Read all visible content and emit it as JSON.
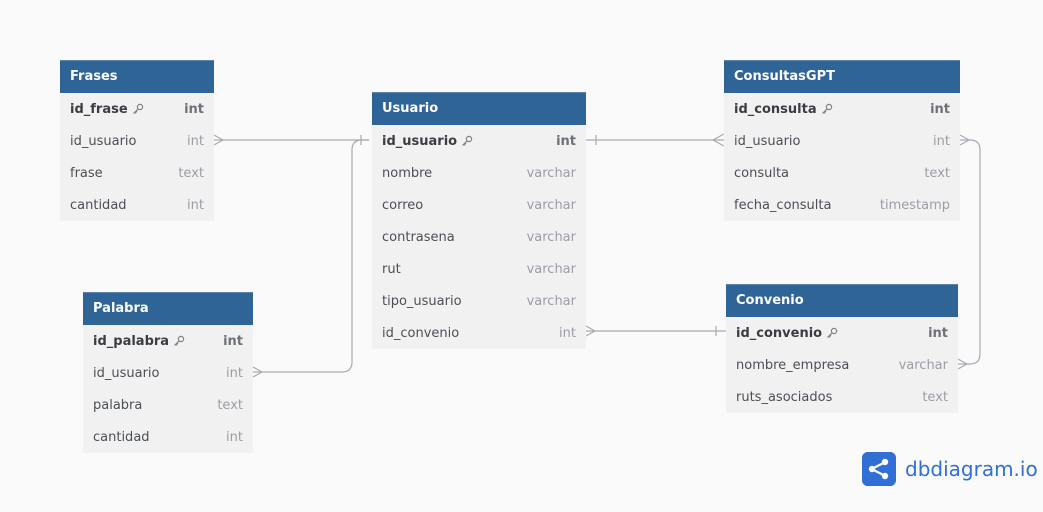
{
  "colors": {
    "header": "#2f6496",
    "link": "#9ea2a8",
    "brand": "#2f6fd6"
  },
  "tables": {
    "frases": {
      "name": "Frases",
      "fields": [
        {
          "name": "id_frase",
          "type": "int",
          "pk": true
        },
        {
          "name": "id_usuario",
          "type": "int"
        },
        {
          "name": "frase",
          "type": "text"
        },
        {
          "name": "cantidad",
          "type": "int"
        }
      ]
    },
    "usuario": {
      "name": "Usuario",
      "fields": [
        {
          "name": "id_usuario",
          "type": "int",
          "pk": true
        },
        {
          "name": "nombre",
          "type": "varchar"
        },
        {
          "name": "correo",
          "type": "varchar"
        },
        {
          "name": "contrasena",
          "type": "varchar"
        },
        {
          "name": "rut",
          "type": "varchar"
        },
        {
          "name": "tipo_usuario",
          "type": "varchar"
        },
        {
          "name": "id_convenio",
          "type": "int"
        }
      ]
    },
    "consultas": {
      "name": "ConsultasGPT",
      "fields": [
        {
          "name": "id_consulta",
          "type": "int",
          "pk": true
        },
        {
          "name": "id_usuario",
          "type": "int"
        },
        {
          "name": "consulta",
          "type": "text"
        },
        {
          "name": "fecha_consulta",
          "type": "timestamp"
        }
      ]
    },
    "palabra": {
      "name": "Palabra",
      "fields": [
        {
          "name": "id_palabra",
          "type": "int",
          "pk": true
        },
        {
          "name": "id_usuario",
          "type": "int"
        },
        {
          "name": "palabra",
          "type": "text"
        },
        {
          "name": "cantidad",
          "type": "int"
        }
      ]
    },
    "convenio": {
      "name": "Convenio",
      "fields": [
        {
          "name": "id_convenio",
          "type": "int",
          "pk": true
        },
        {
          "name": "nombre_empresa",
          "type": "varchar"
        },
        {
          "name": "ruts_asociados",
          "type": "text"
        }
      ]
    }
  },
  "brand": {
    "name": "dbdiagram.io",
    "icon": "dbdiagram-logo-icon"
  }
}
